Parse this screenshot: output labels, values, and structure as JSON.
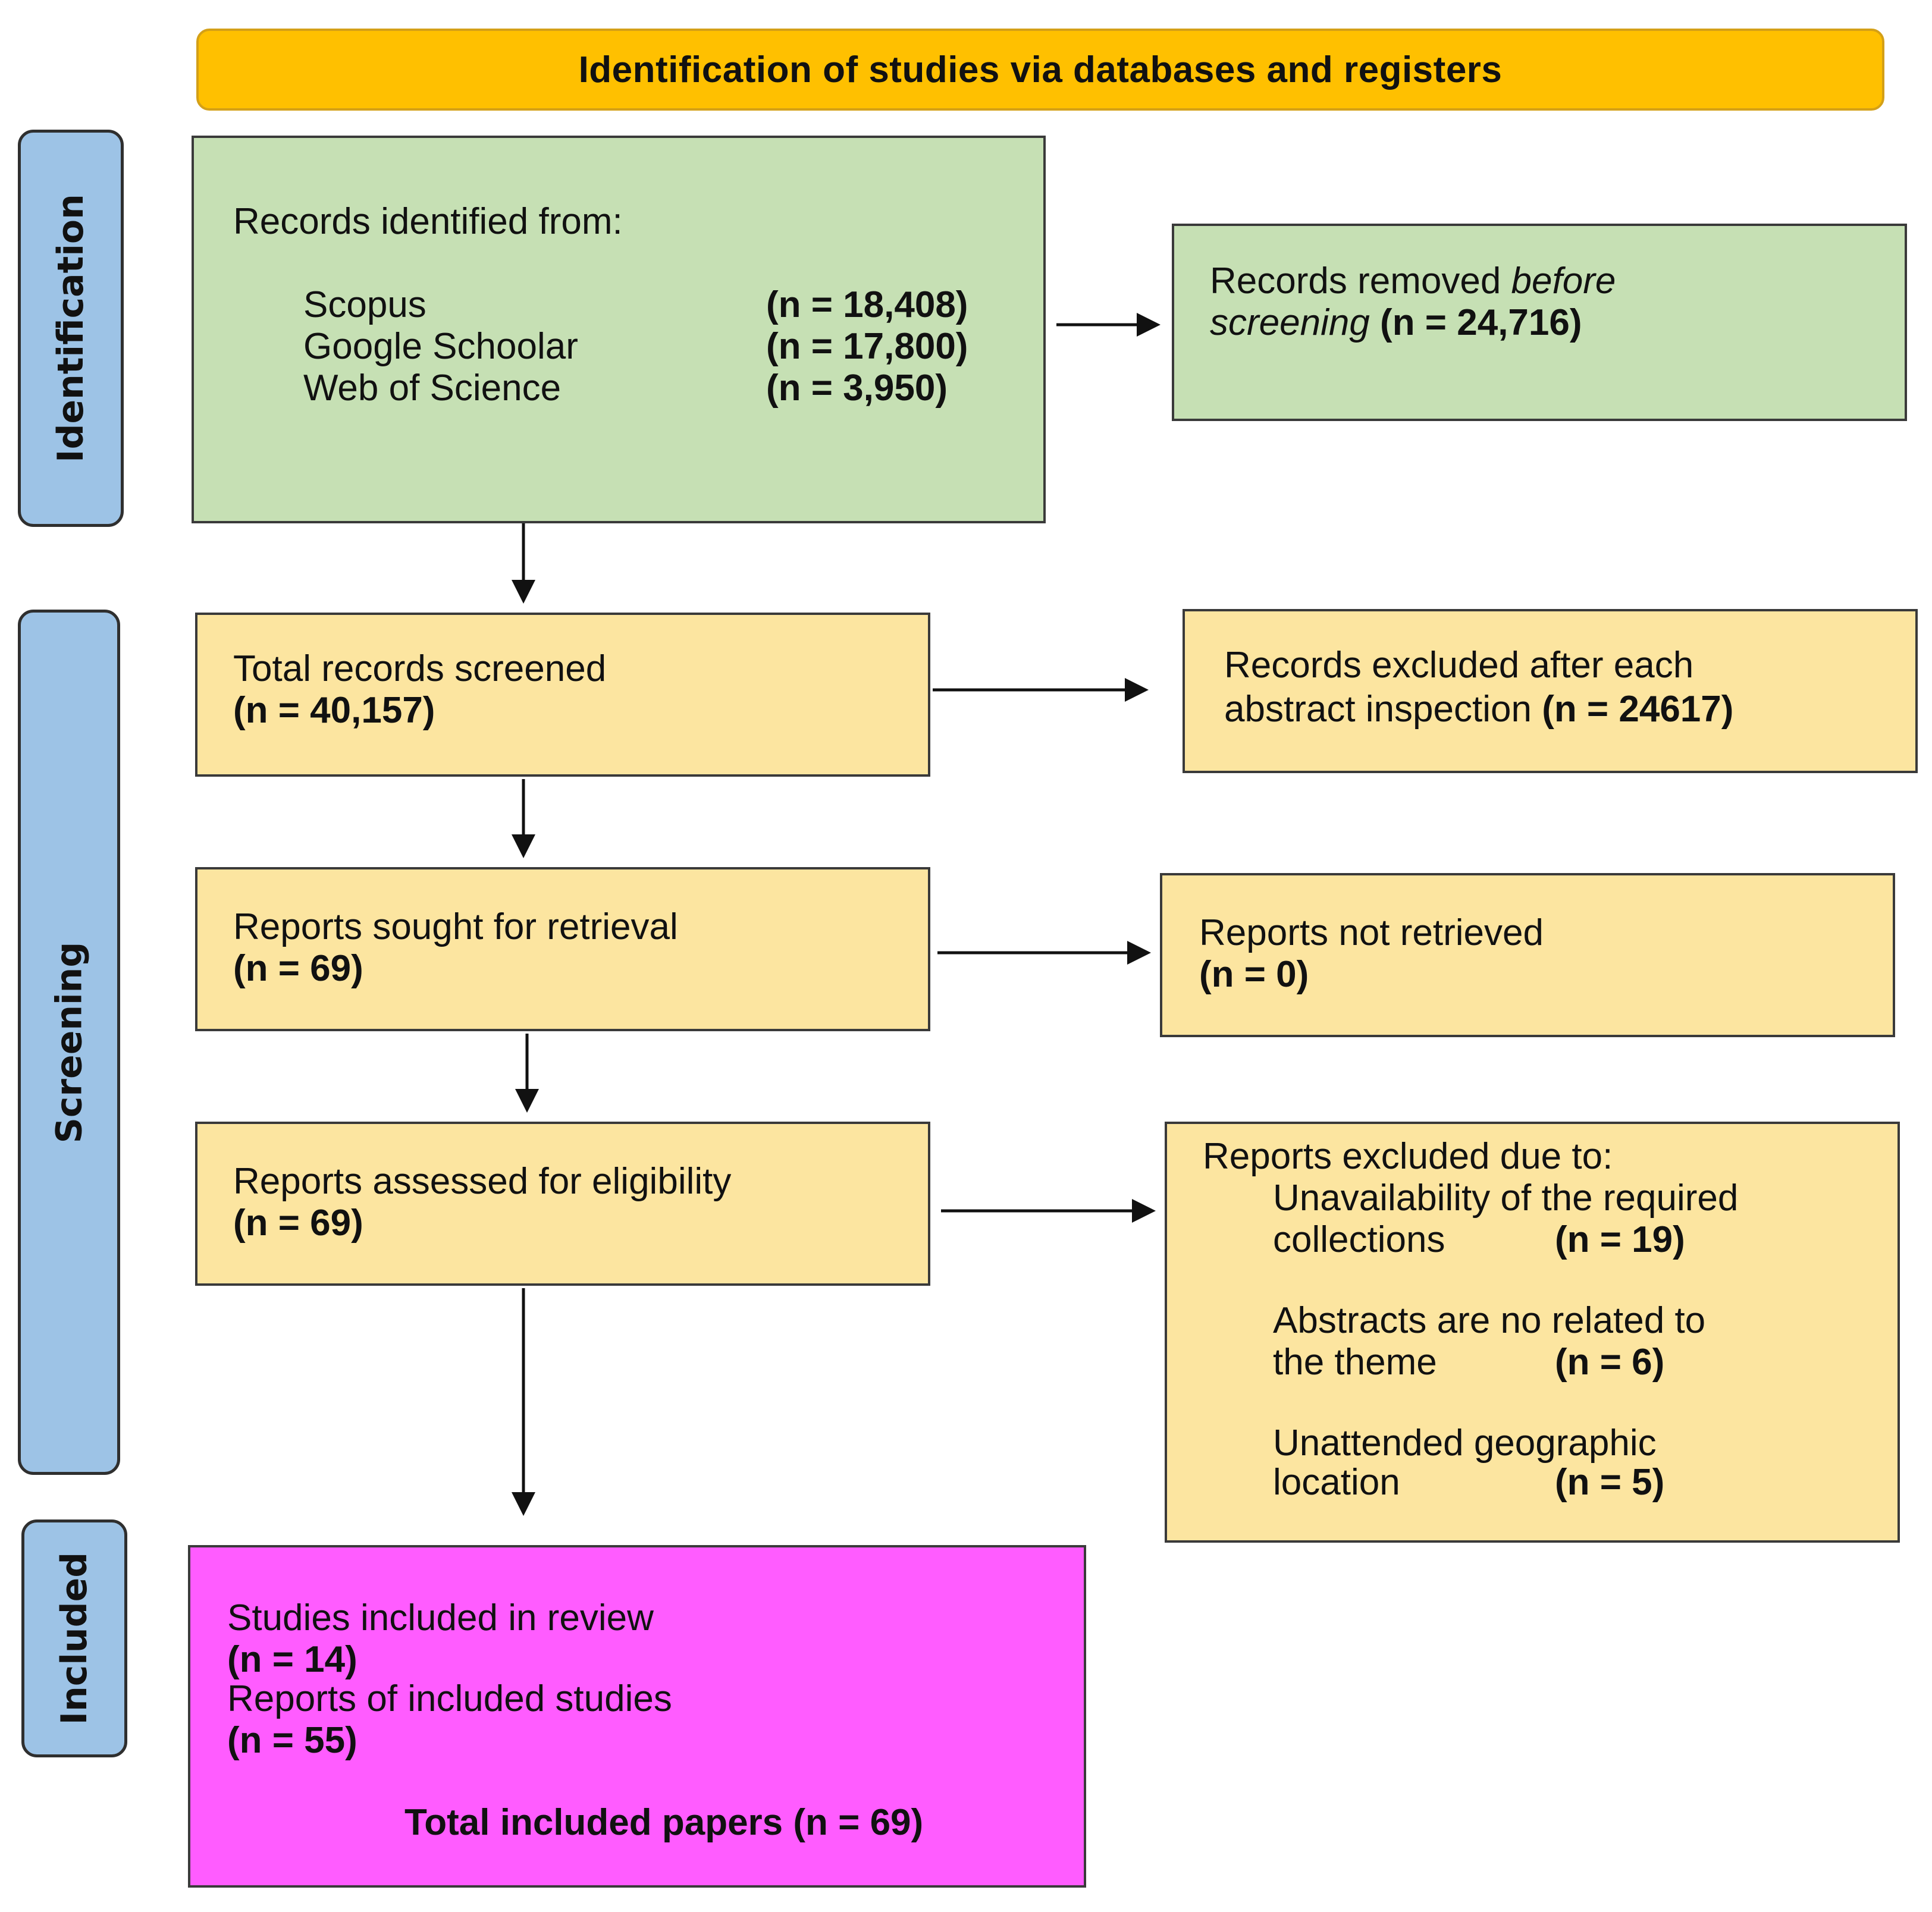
{
  "header": {
    "title": "Identification of studies via databases and registers"
  },
  "phases": {
    "identification": "Identification",
    "screening": "Screening",
    "included": "Included"
  },
  "identified": {
    "heading": "Records identified from:",
    "sources": [
      {
        "name": "Scopus",
        "count": "(n = 18,408)"
      },
      {
        "name": "Google Schoolar",
        "count": "(n = 17,800)"
      },
      {
        "name": "Web of Science",
        "count": "(n = 3,950)"
      }
    ]
  },
  "removed": {
    "line1_text": "Records removed ",
    "line1_italic": "before",
    "line2_italic": "screening",
    "count": " (n = 24,716)"
  },
  "screened": {
    "label": "Total records screened",
    "count": "(n = 40,157)"
  },
  "excluded_abstract": {
    "line1": "Records excluded after each",
    "line2": "abstract inspection ",
    "count": "(n = 24617)"
  },
  "sought": {
    "label": "Reports sought for retrieval",
    "count": "(n = 69)"
  },
  "not_retrieved": {
    "label": "Reports not retrieved",
    "count": "(n = 0)"
  },
  "assessed": {
    "label": "Reports assessed for eligibility",
    "count": "(n = 69)"
  },
  "excluded_reports": {
    "heading": "Reports excluded due to:",
    "reasons": [
      {
        "line1": "Unavailability of the required",
        "line2": "collections",
        "count": "(n = 19)"
      },
      {
        "line1": "Abstracts are no related to",
        "line2": "the theme",
        "count": "(n = 6)"
      },
      {
        "line1": "Unattended geographic",
        "line2": "location",
        "count": "(n = 5)"
      }
    ]
  },
  "included": {
    "studies_label": "Studies included in review",
    "studies_count": "(n = 14)",
    "reports_label": "Reports of included studies",
    "reports_count": "(n = 55)",
    "total": "Total included papers (n = 69)"
  },
  "colors": {
    "header": "#ffc000",
    "identification_box": "#c6e0b4",
    "screening_box": "#fce5a0",
    "included_box": "#ff5cff",
    "phase_label": "#9dc3e6"
  }
}
